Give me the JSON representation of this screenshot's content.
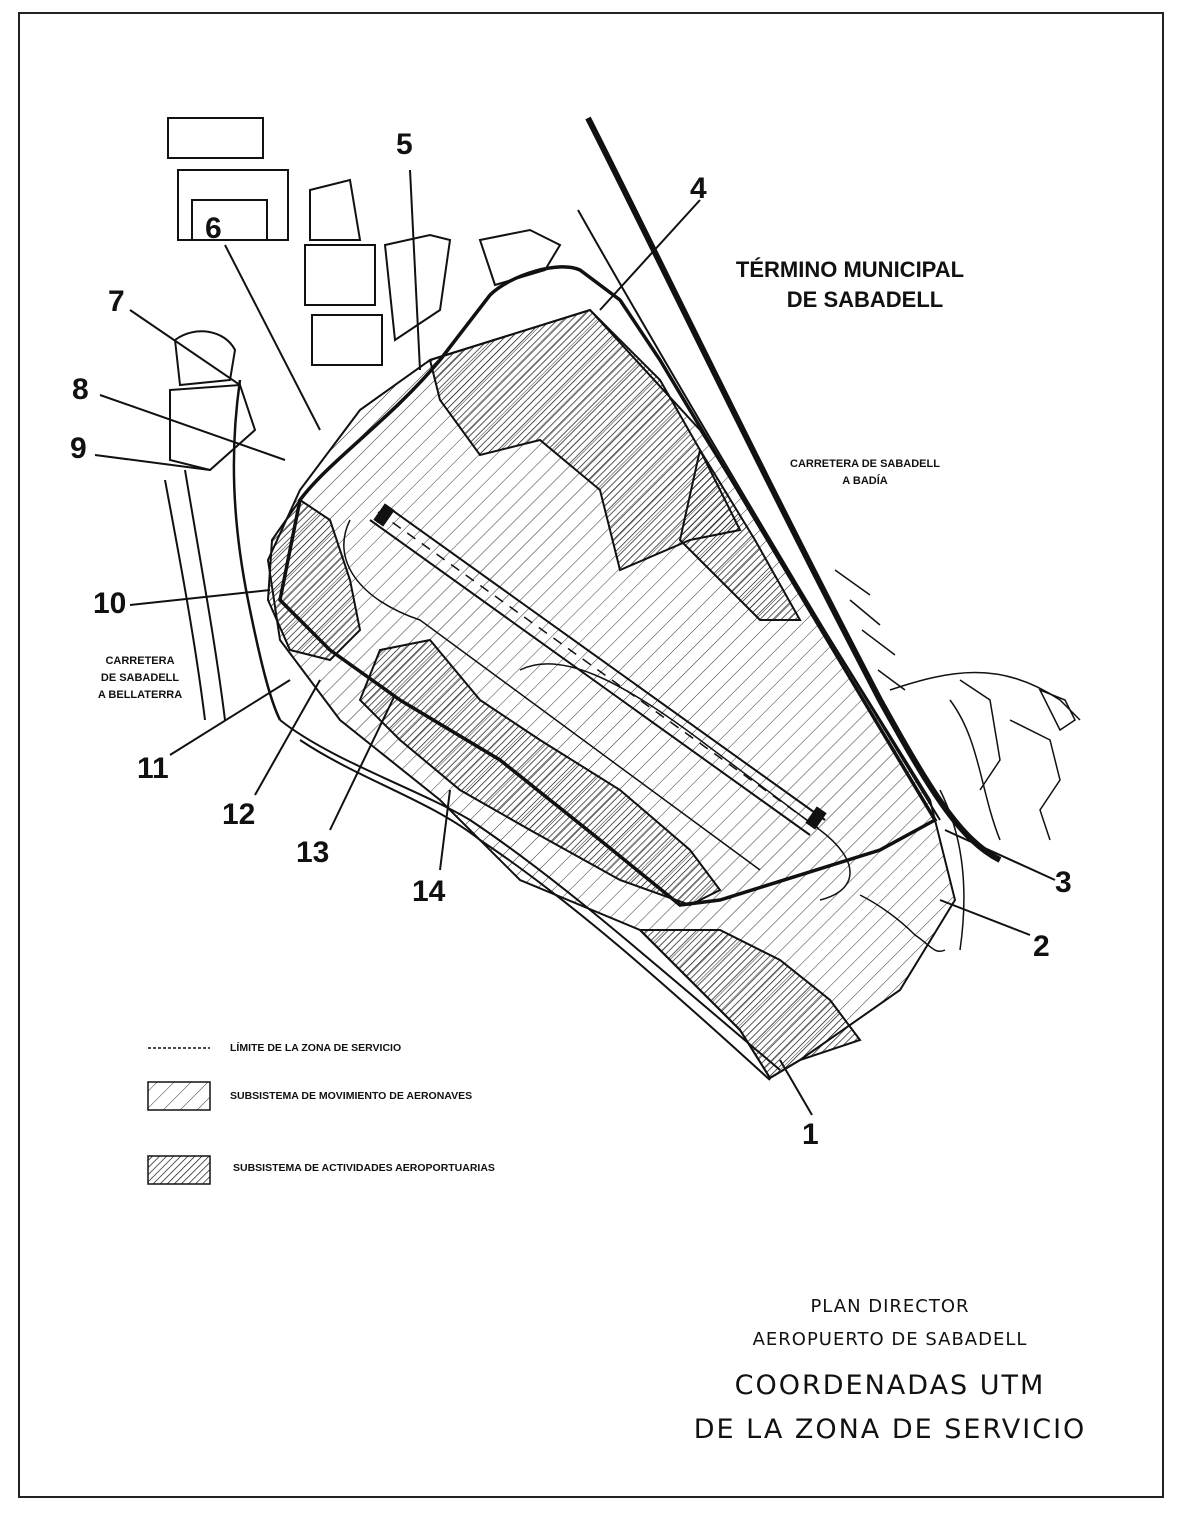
{
  "map": {
    "area_label": [
      "TÉRMINO MUNICIPAL",
      "DE SABADELL"
    ],
    "roads": {
      "badia": [
        "CARRETERA DE SABADELL",
        "A BADÍA"
      ],
      "bellaterra": [
        "CARRETERA",
        "DE SABADELL",
        "A BELLATERRA"
      ]
    },
    "points": [
      "1",
      "2",
      "3",
      "4",
      "5",
      "6",
      "7",
      "8",
      "9",
      "10",
      "11",
      "12",
      "13",
      "14"
    ]
  },
  "legend": {
    "service_zone_limit": "LÍMITE DE LA ZONA DE SERVICIO",
    "aircraft_movement": "SUBSISTEMA DE MOVIMIENTO DE AERONAVES",
    "airport_activities": "SUBSISTEMA DE ACTIVIDADES AEROPORTUARIAS"
  },
  "title_block": {
    "line1": "PLAN DIRECTOR",
    "line2": "AEROPUERTO DE SABADELL",
    "line3": "COORDENADAS UTM",
    "line4": "DE LA ZONA DE SERVICIO"
  },
  "colors": {
    "ink": "#111111",
    "paper": "#ffffff"
  }
}
